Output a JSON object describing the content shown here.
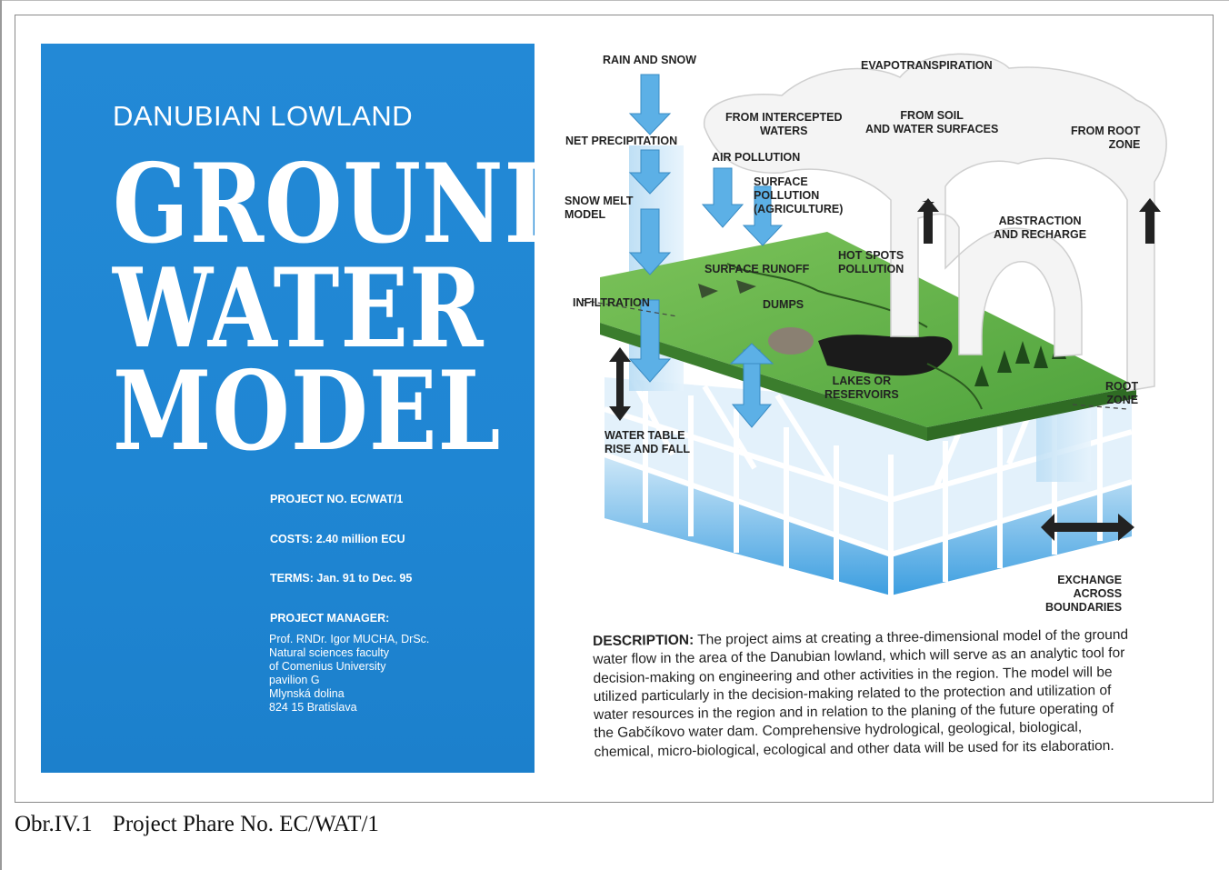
{
  "cover": {
    "subtitle": "DANUBIAN LOWLAND",
    "title_lines": [
      "GROUND",
      "WATER",
      "MODEL"
    ],
    "project_no": "PROJECT NO. EC/WAT/1",
    "costs": "COSTS: 2.40 million ECU",
    "terms": "TERMS: Jan. 91 to Dec. 95",
    "manager_heading": "PROJECT MANAGER:",
    "manager_lines": [
      "Prof. RNDr. Igor MUCHA, DrSc.",
      "Natural sciences faculty",
      "of Comenius University",
      "pavilion G",
      "Mlynská dolina",
      "824 15 Bratislava"
    ]
  },
  "diagram": {
    "labels": {
      "rain_and_snow": "RAIN AND SNOW",
      "evapotranspiration": "EVAPOTRANSPIRATION",
      "from_intercepted": [
        "FROM INTERCEPTED",
        "WATERS"
      ],
      "from_soil": [
        "FROM SOIL",
        "AND WATER SURFACES"
      ],
      "from_root": [
        "FROM ROOT",
        "ZONE"
      ],
      "net_precipitation": "NET PRECIPITATION",
      "air_pollution": "AIR POLLUTION",
      "surface_pollution": [
        "SURFACE",
        "POLLUTION",
        "(AGRICULTURE)"
      ],
      "snow_melt": [
        "SNOW MELT",
        "MODEL"
      ],
      "abstraction": [
        "ABSTRACTION",
        "AND RECHARGE"
      ],
      "hot_spots": [
        "HOT SPOTS",
        "POLLUTION"
      ],
      "surface_runoff": "SURFACE RUNOFF",
      "infiltration": "INFILTRATION",
      "dumps": "DUMPS",
      "lakes": [
        "LAKES OR",
        "RESERVOIRS"
      ],
      "root_zone": [
        "ROOT",
        "ZONE"
      ],
      "water_table": [
        "WATER TABLE",
        "RISE AND FALL"
      ],
      "exchange": [
        "EXCHANGE",
        "ACROSS",
        "BOUNDARIES"
      ]
    }
  },
  "description": {
    "heading": "DESCRIPTION:",
    "text": "The project aims at creating a three-dimensional model of the ground water flow in the area of the Danubian lowland, which will serve as an analytic tool for decision-making on engineering and other activities in the region. The model will be utilized particularly in the decision-making related to the protection and utilization of water resources in the region and in relation to the planing of the future operating of the Gabčíkovo water dam. Comprehensive hydrological, geological, biological, chemical, micro-biological, ecological and other data will be used for its elaboration."
  },
  "caption": {
    "number": "Obr.IV.1",
    "text": "Project Phare No. EC/WAT/1"
  },
  "colors": {
    "cover_blue": "#1f86d3",
    "grid_blue": "#5aaee6",
    "land_green": "#5fb34a",
    "lake_dark": "#1b1b1b"
  }
}
